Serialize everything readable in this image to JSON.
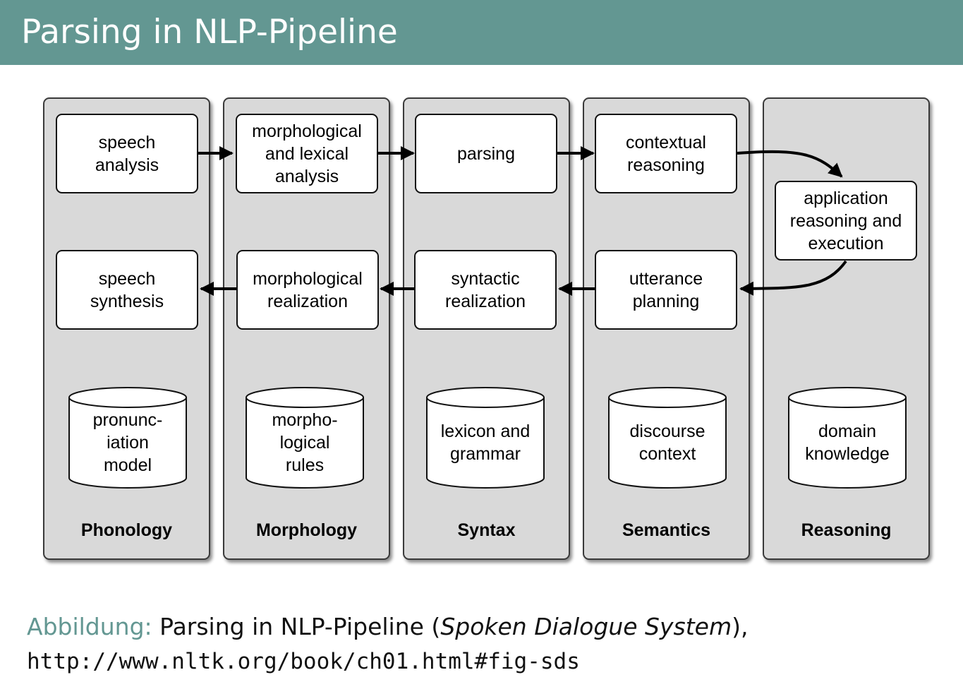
{
  "title": "Parsing in NLP-Pipeline",
  "columns": [
    {
      "label": "Phonology"
    },
    {
      "label": "Morphology"
    },
    {
      "label": "Syntax"
    },
    {
      "label": "Semantics"
    },
    {
      "label": "Reasoning"
    }
  ],
  "boxes": {
    "speech_analysis": "speech\nanalysis",
    "morph_lexical_analysis": "morphological\nand lexical\nanalysis",
    "parsing": "parsing",
    "contextual_reasoning": "contextual\nreasoning",
    "application_reasoning": "application\nreasoning and\nexecution",
    "speech_synthesis": "speech\nsynthesis",
    "morph_realization": "morphological\nrealization",
    "syntactic_realization": "syntactic\nrealization",
    "utterance_planning": "utterance\nplanning"
  },
  "databases": {
    "pronunciation_model": "pronunc-\niation\nmodel",
    "morphological_rules": "morpho-\nlogical\nrules",
    "lexicon_grammar": "lexicon and\ngrammar",
    "discourse_context": "discourse\ncontext",
    "domain_knowledge": "domain\nknowledge"
  },
  "caption": {
    "label": "Abbildung:",
    "text_before": " Parsing in NLP-Pipeline (",
    "italic": "Spoken Dialogue System",
    "text_after": "),",
    "url": "http://www.nltk.org/book/ch01.html#fig-sds"
  },
  "colors": {
    "title_bar": "#639792",
    "column_fill": "#d9d9d9",
    "caption_label": "#639792"
  }
}
